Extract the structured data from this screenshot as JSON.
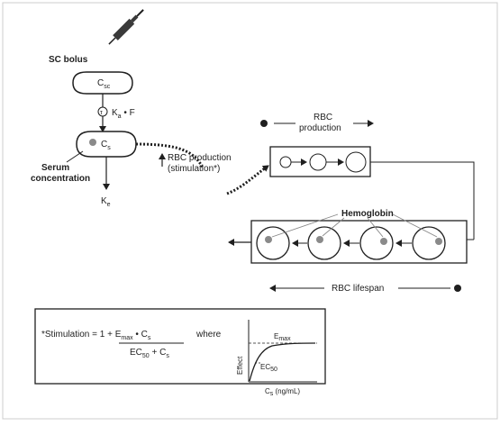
{
  "labels": {
    "sc_bolus": "SC bolus",
    "c_sc": "C",
    "c_sc_sub": "sc",
    "tau": "τ",
    "ka_f": "K",
    "ka_f_sub": "a",
    "ka_f_tail": " • F",
    "c_s": "C",
    "c_s_sub": "s",
    "serum_line1": "Serum",
    "serum_line2": "concentration",
    "ke": "K",
    "ke_sub": "e",
    "rbc_prod_stim_line1": "RBC production",
    "rbc_prod_stim_line2": "(stimulation*)",
    "rbc_production_line1": "RBC",
    "rbc_production_line2": "production",
    "hemoglobin": "Hemoglobin",
    "rbc_lifespan": "RBC lifespan"
  },
  "formula": {
    "lhs": "*Stimulation = 1 + E",
    "emax_sub": "max",
    "mult": " • C",
    "cs_sub": "s",
    "where": "where",
    "den": "EC",
    "ec50_sub": "50",
    "den_tail": " + C",
    "den_cs_sub": "s"
  },
  "mini_plot": {
    "emax": "E",
    "emax_sub": "max",
    "ec50": "EC",
    "ec50_sub": "50",
    "ylabel": "Effect",
    "xlabel": "C",
    "xlabel_sub": "s",
    "xlabel_tail": " (ng/mL)"
  },
  "colors": {
    "line": "#1f1f1f",
    "dot": "#8a8a8a",
    "box": "#3a3a3a"
  }
}
